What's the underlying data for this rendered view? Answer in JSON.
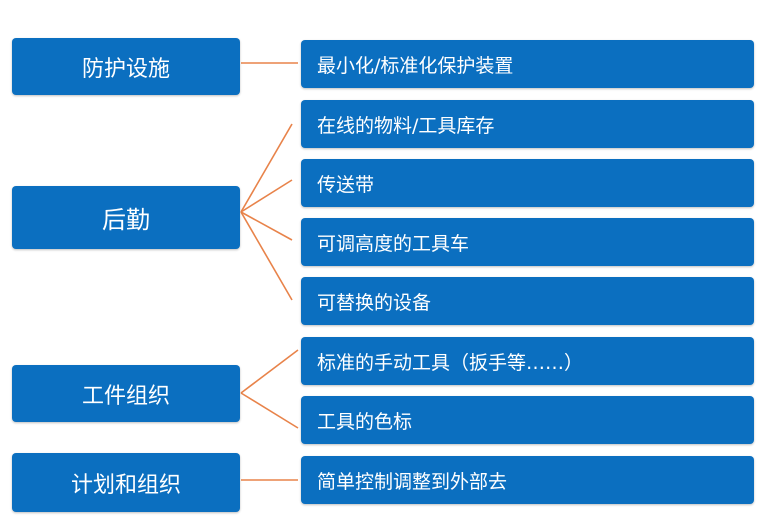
{
  "diagram": {
    "categories": [
      {
        "label": "防护设施",
        "items": [
          "最小化/标准化保护装置"
        ]
      },
      {
        "label": "后勤",
        "items": [
          "在线的物料/工具库存",
          "传送带",
          "可调高度的工具车",
          "可替换的设备"
        ]
      },
      {
        "label": "工件组织",
        "items": [
          "标准的手动工具（扳手等……）",
          "工具的色标"
        ]
      },
      {
        "label": "计划和组织",
        "items": [
          "简单控制调整到外部去"
        ]
      }
    ],
    "colors": {
      "box": "#0b6fc0",
      "connector": "#e8834a",
      "text": "#ffffff"
    }
  }
}
